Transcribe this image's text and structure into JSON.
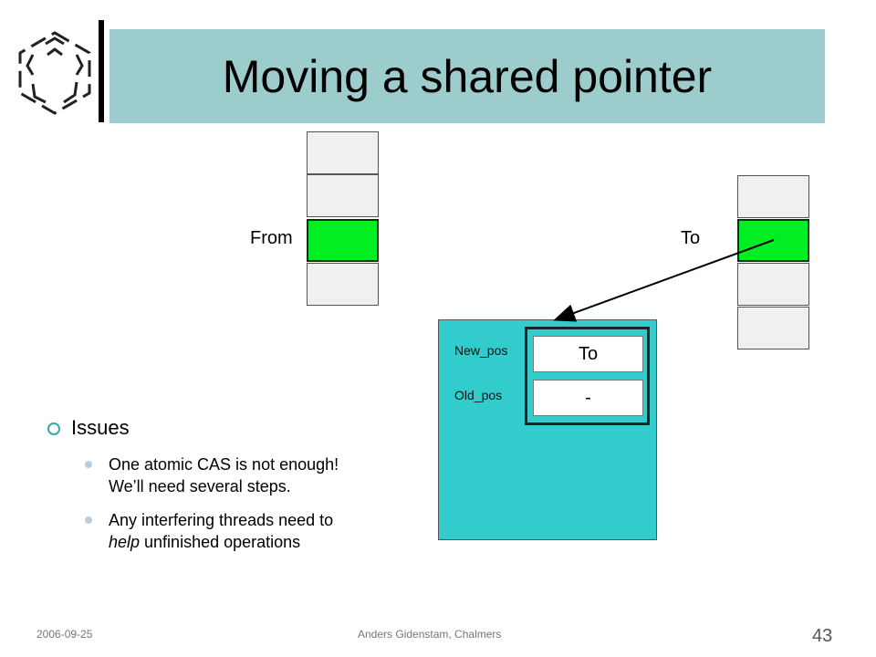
{
  "slide": {
    "title": "Moving a shared pointer"
  },
  "diagram": {
    "from_label": "From",
    "to_label": "To",
    "node": {
      "new_pos_label": "New_pos",
      "old_pos_label": "Old_pos",
      "new_pos_value": "To",
      "old_pos_value": "-"
    },
    "colors": {
      "highlight_cell": "#00ee22",
      "node_fill": "#33cccc",
      "title_bar": "#9ccccc"
    }
  },
  "issues": {
    "heading": "Issues",
    "items": [
      {
        "line1": "One atomic CAS is not enough!",
        "line2": "We’ll need several steps."
      },
      {
        "line1": "Any interfering threads need to",
        "line2_em": "help",
        "line2_rest": " unfinished operations"
      }
    ]
  },
  "footer": {
    "date": "2006-09-25",
    "author": "Anders Gidenstam, Chalmers",
    "page": "43"
  }
}
